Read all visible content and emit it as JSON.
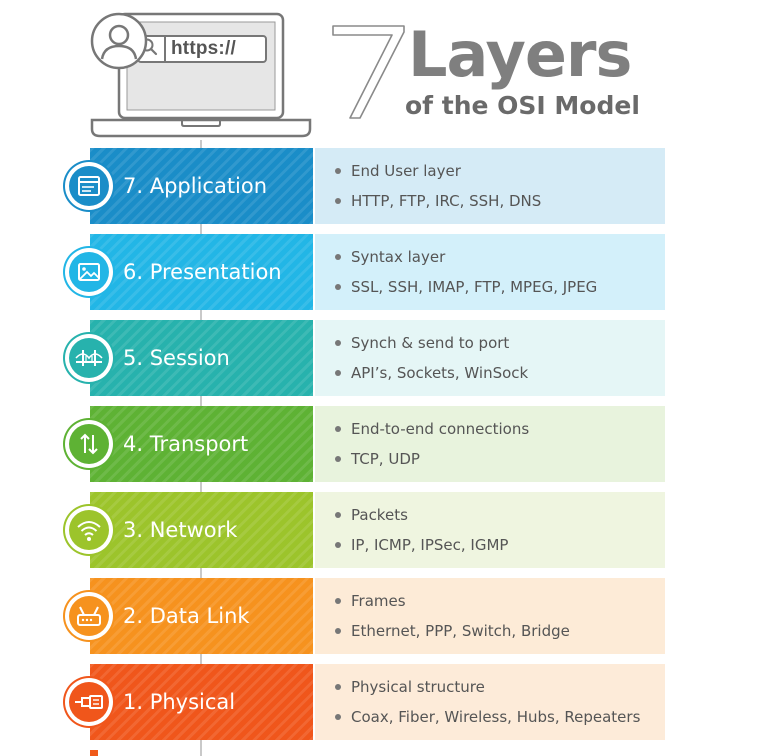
{
  "header": {
    "url_text": "https://",
    "icons": {
      "search": "search-icon",
      "user": "user-avatar-icon",
      "laptop": "laptop-icon"
    },
    "title_number": "7",
    "title_main": "Layers",
    "title_sub": "of the OSI Model",
    "title_color": "#7f7f7f"
  },
  "layers": [
    {
      "name": "7. Application",
      "icon": "browser-window-icon",
      "color": "#1a8dc8",
      "light": "#d5ebf6",
      "bullets": [
        "End User layer",
        "HTTP, FTP, IRC, SSH, DNS"
      ]
    },
    {
      "name": "6. Presentation",
      "icon": "image-icon",
      "color": "#22b6e6",
      "light": "#d3f0fa",
      "bullets": [
        "Syntax layer",
        "SSL, SSH, IMAP, FTP, MPEG, JPEG"
      ]
    },
    {
      "name": "5. Session",
      "icon": "bridge-icon",
      "color": "#27b2ad",
      "light": "#e5f6f6",
      "bullets": [
        "Synch & send to port",
        "API’s, Sockets, WinSock"
      ]
    },
    {
      "name": "4. Transport",
      "icon": "up-down-arrows-icon",
      "color": "#5eb234",
      "light": "#e8f3dd",
      "bullets": [
        "End-to-end connections",
        "TCP, UDP"
      ]
    },
    {
      "name": "3. Network",
      "icon": "wifi-icon",
      "color": "#9cc42b",
      "light": "#eff5e0",
      "bullets": [
        "Packets",
        "IP, ICMP, IPSec, IGMP"
      ]
    },
    {
      "name": "2. Data Link",
      "icon": "router-icon",
      "color": "#f6921e",
      "light": "#fdebd7",
      "bullets": [
        "Frames",
        "Ethernet, PPP, Switch, Bridge"
      ]
    },
    {
      "name": "1. Physical",
      "icon": "ethernet-cable-icon",
      "color": "#f0561b",
      "light": "#fdebd9",
      "bullets": [
        "Physical structure",
        "Coax, Fiber, Wireless, Hubs, Repeaters"
      ]
    }
  ]
}
